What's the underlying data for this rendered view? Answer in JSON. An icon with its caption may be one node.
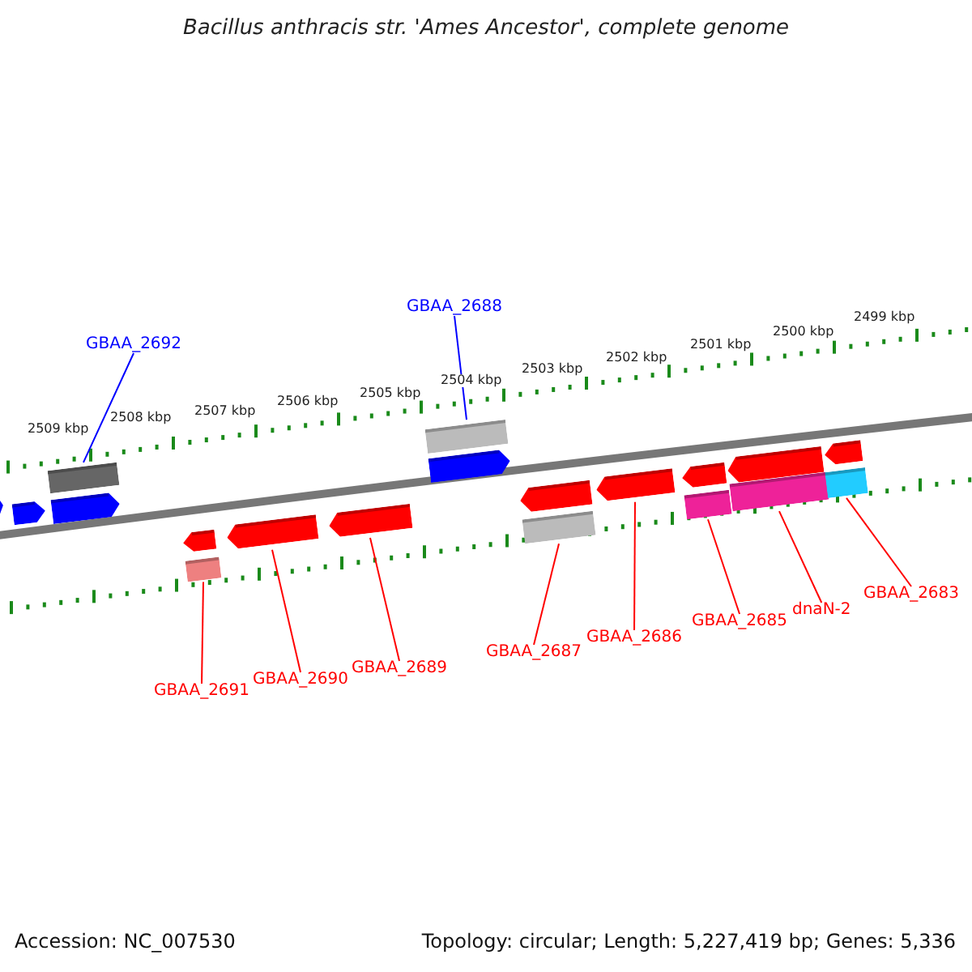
{
  "diagram": {
    "title": "Bacillus anthracis str. 'Ames Ancestor', complete genome",
    "nodes": [
      {
        "text": [],
        "shape": "arrow"
      },
      {
        "text": [],
        "shape": "arrow"
      },
      {
        "text": [],
        "shape": "bar"
      },
      {
        "text": [],
        "shape": "arrow"
      },
      {
        "text": [],
        "shape": "arrow"
      },
      {
        "text": [],
        "shape": "bar"
      },
      {
        "text": [],
        "shape": "arrow"
      },
      {
        "text": [],
        "shape": "arrow"
      },
      {
        "text": [],
        "shape": "bar"
      },
      {
        "text": [],
        "shape": "arrow"
      },
      {
        "text": [],
        "shape": "arrow"
      },
      {
        "text": [],
        "shape": "bar"
      },
      {
        "text": [],
        "shape": "arrow"
      },
      {
        "text": [],
        "shape": "arrow"
      },
      {
        "text": [],
        "shape": "bar"
      },
      {
        "text": [],
        "shape": "arrow"
      },
      {
        "text": [],
        "shape": "bar"
      },
      {
        "text": [],
        "shape": "arrow"
      },
      {
        "text": [],
        "shape": "bar"
      },
      {
        "text": [
          "GBAA_2692"
        ]
      },
      {
        "text": [
          "GBAA_2688"
        ]
      },
      {
        "text": [
          "GBAA_2691"
        ]
      },
      {
        "text": [
          "GBAA_2690"
        ]
      },
      {
        "text": [
          "GBAA_2689"
        ]
      },
      {
        "text": [
          "GBAA_2687"
        ]
      },
      {
        "text": [
          "GBAA_2686"
        ]
      },
      {
        "text": [
          "GBAA_2685"
        ]
      },
      {
        "text": [
          "dnaN-2"
        ]
      },
      {
        "text": [
          "GBAA_2683"
        ]
      }
    ],
    "edges": [
      {
        "from": 19,
        "to": 2,
        "arrow": "none",
        "color": "#0000ff"
      },
      {
        "from": 20,
        "to": 8,
        "arrow": "none",
        "color": "#0000ff"
      },
      {
        "from": 21,
        "to": 5,
        "arrow": "none"
      },
      {
        "from": 22,
        "to": 6,
        "arrow": "none"
      },
      {
        "from": 23,
        "to": 7,
        "arrow": "none"
      },
      {
        "from": 24,
        "to": 11,
        "arrow": "none"
      },
      {
        "from": 25,
        "to": 12,
        "arrow": "none"
      },
      {
        "from": 26,
        "to": 14,
        "arrow": "none"
      },
      {
        "from": 27,
        "to": 16,
        "arrow": "none"
      },
      {
        "from": 28,
        "to": 18,
        "arrow": "none"
      }
    ],
    "labels": [
      "2509 kbp",
      "2508 kbp",
      "2507 kbp",
      "2506 kbp",
      "2505 kbp",
      "2504 kbp",
      "2503 kbp",
      "2502 kbp",
      "2501 kbp",
      "2500 kbp",
      "2499 kbp",
      "Accession: NC_007530",
      "Topology: circular; Length: 5,227,419 bp; Genes: 5,336"
    ]
  }
}
